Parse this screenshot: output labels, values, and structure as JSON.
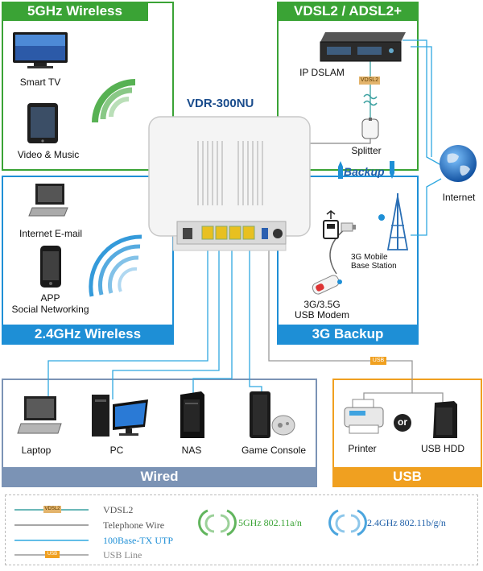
{
  "panels": {
    "ghz5": {
      "title": "5GHz Wireless",
      "color": "#3aa335"
    },
    "vdsl": {
      "title": "VDSL2 / ADSL2+",
      "color": "#3aa335"
    },
    "ghz24": {
      "title": "2.4GHz Wireless",
      "color": "#1e8fd6"
    },
    "backup3g": {
      "title": "3G Backup",
      "color": "#1e8fd6"
    },
    "wired": {
      "title": "Wired",
      "color": "#7b93b5"
    },
    "usb": {
      "title": "USB",
      "color": "#f0a020"
    }
  },
  "router": {
    "model": "VDR-300NU"
  },
  "devices": {
    "smart_tv": "Smart TV",
    "video_music": "Video & Music",
    "internet_email": "Internet E-mail",
    "app_social": "APP\nSocial Networking",
    "ip_dslam": "IP DSLAM",
    "splitter": "Splitter",
    "internet": "Internet",
    "backup": "Backup",
    "base_station": "3G Mobile\nBase Station",
    "modem": "3G/3.5G\nUSB Modem",
    "laptop": "Laptop",
    "pc": "PC",
    "nas": "NAS",
    "game_console": "Game Console",
    "printer": "Printer",
    "or": "or",
    "usb_hdd": "USB HDD"
  },
  "tags": {
    "vdsl2": "VDSL2",
    "usb": "USB"
  },
  "legend": {
    "vdsl2": "VDSL2",
    "telephone": "Telephone Wire",
    "utp": "100Base-TX UTP",
    "usb_line": "USB Line",
    "ghz5": "5GHz 802.11a/n",
    "ghz24": "2.4GHz 802.11b/g/n"
  },
  "colors": {
    "green": "#3aa335",
    "blue": "#1e8fd6",
    "wired": "#7b93b5",
    "orange": "#f0a020",
    "vdsl_line": "#3aa0a0",
    "phone_line": "#888888",
    "utp_line": "#2fa8e0",
    "usb_line": "#999999"
  }
}
